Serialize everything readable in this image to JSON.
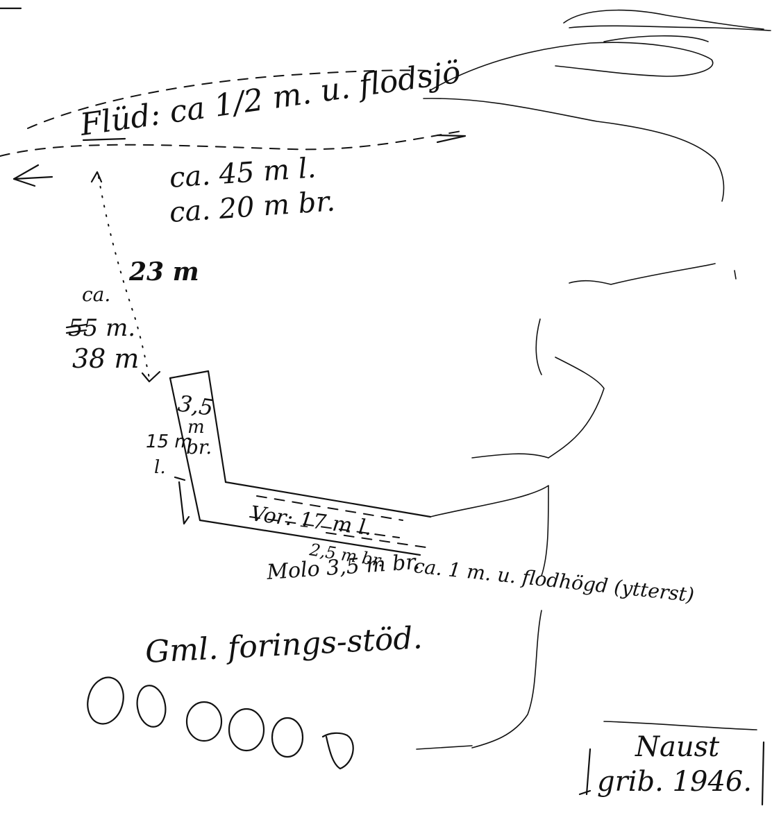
{
  "sketch": {
    "river_label": "Flüd: ca 1/2 m. u. flodsjö",
    "area": {
      "length": "ca. 45 m l.",
      "width": "ca. 20 m br."
    },
    "distances": {
      "short": "23 m",
      "ca": "ca.",
      "struck": "55 m.",
      "long": "38 m"
    },
    "arm": {
      "width_num": "3,5",
      "width_unit": "m",
      "width_abbr": "br.",
      "length_num": "15 m",
      "length_abbr": "l."
    },
    "vor": {
      "label": "Vor: 17 m l.",
      "width": "2,5 m br."
    },
    "molo": {
      "label": "Molo 3,5 m br.",
      "height": "ca. 1 m. u. flodhögd (ytterst)"
    },
    "old_supports": "Gml. forings-stöd.",
    "naust": {
      "line1": "Naust",
      "line2": "grib. 1946."
    }
  }
}
